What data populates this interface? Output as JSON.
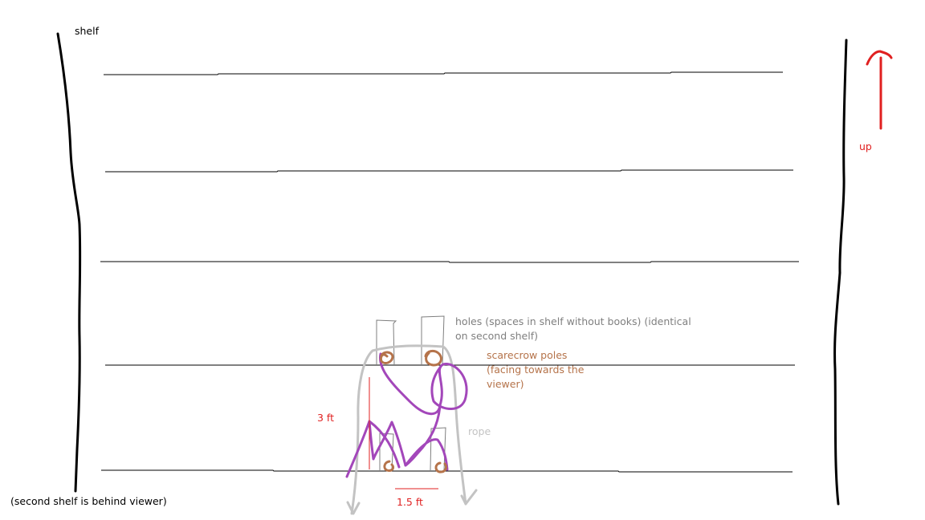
{
  "labels": {
    "shelf": "shelf",
    "second_shelf_note": "(second shelf is behind viewer)",
    "up": "up",
    "holes_line1": "holes (spaces in shelf without books) (identical",
    "holes_line2": "on second shelf)",
    "poles_line1": "scarecrow poles",
    "poles_line2": "(facing towards the",
    "poles_line3": "viewer)",
    "rope": "rope",
    "height": "3 ft",
    "width": "1.5 ft"
  },
  "colors": {
    "background": "#ffffff",
    "shelf": "#000000",
    "up_arrow": "#e02020",
    "holes": "#7f7f7f",
    "scarecrow_poles": "#b5734a",
    "rope": "#c3c3c3",
    "purple_rope": "#a347ba",
    "measure": "#e02020"
  }
}
